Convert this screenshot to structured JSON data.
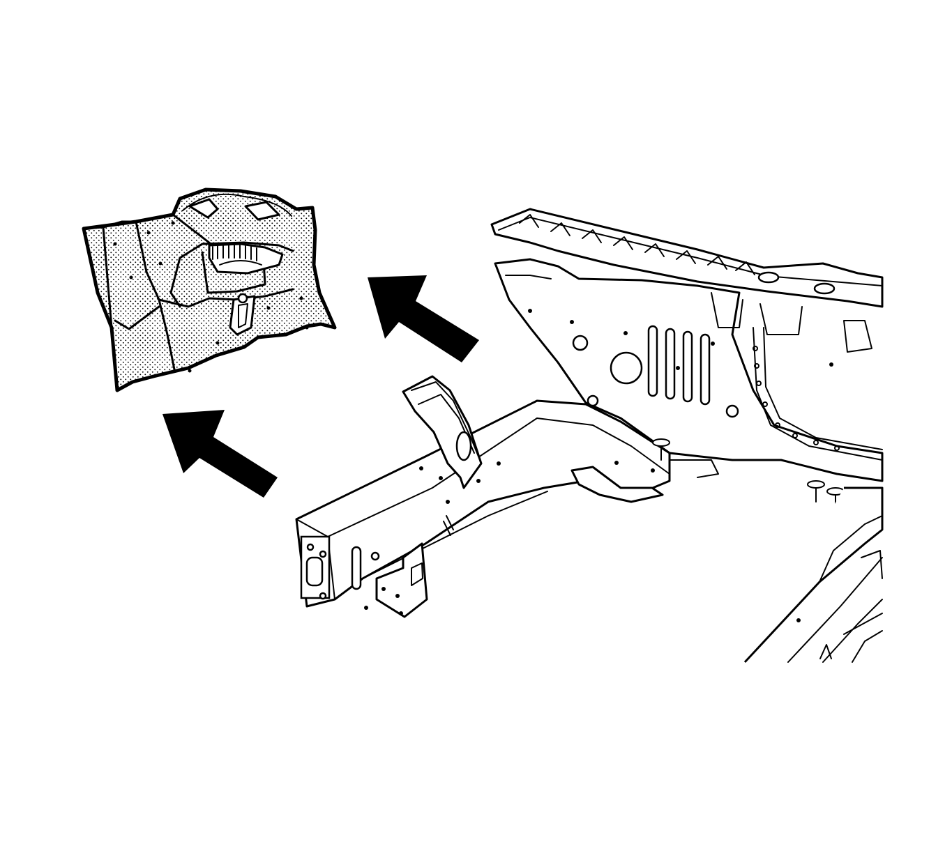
{
  "diagram": {
    "colors": {
      "line": "#000000",
      "background": "#ffffff",
      "part_shading": "#d9d9d9",
      "arrow": "#000000"
    },
    "parts": [
      {
        "name": "removed-wheelhouse-panel",
        "shading": "stippled"
      },
      {
        "name": "vehicle-front-structure",
        "shading": "none"
      }
    ],
    "arrows": [
      {
        "name": "removal-arrow",
        "count": 2
      }
    ]
  }
}
